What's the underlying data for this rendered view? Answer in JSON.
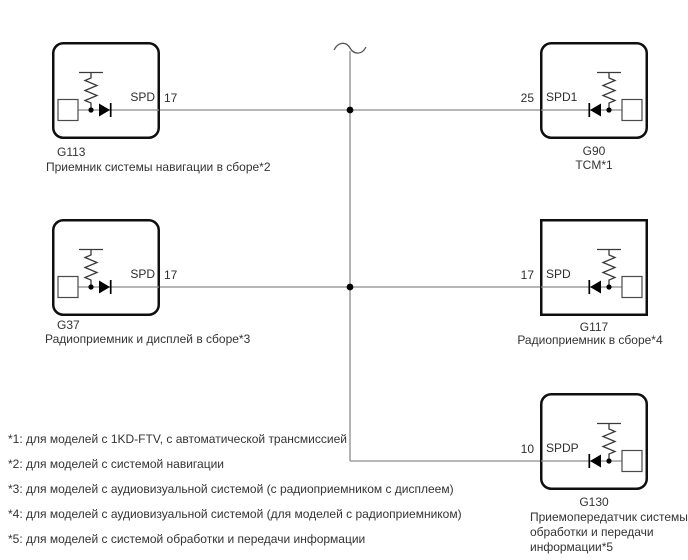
{
  "diagram": {
    "connectors": [
      {
        "id": "G113",
        "description": "Приемник системы навигации в сборе*2",
        "signal": "SPD",
        "pin": "17"
      },
      {
        "id": "G90",
        "description": "TCM*1",
        "signal": "SPD1",
        "pin": "25"
      },
      {
        "id": "G37",
        "description": "Радиоприемник и дисплей в сборе*3",
        "signal": "SPD",
        "pin": "17"
      },
      {
        "id": "G117",
        "description": "Радиоприемник в сборе*4",
        "signal": "SPD",
        "pin": "17"
      },
      {
        "id": "G130",
        "description": "Приемопередатчик системы\nобработки и передачи\nинформации*5",
        "signal": "SPDP",
        "pin": "10"
      }
    ],
    "footnotes": [
      "*1: для моделей с 1KD-FTV, с автоматической трансмиссией",
      "*2: для моделей с системой навигации",
      "*3: для моделей с аудиовизуальной системой (с радиоприемником с дисплеем)",
      "*4: для моделей с аудиовизуальной системой (для моделей с радиоприемником)",
      "*5: для моделей с системой обработки и передачи информации"
    ],
    "colors": {
      "wire": "#8c8c8c",
      "outline": "#0f0f0f",
      "text": "#333333"
    }
  }
}
